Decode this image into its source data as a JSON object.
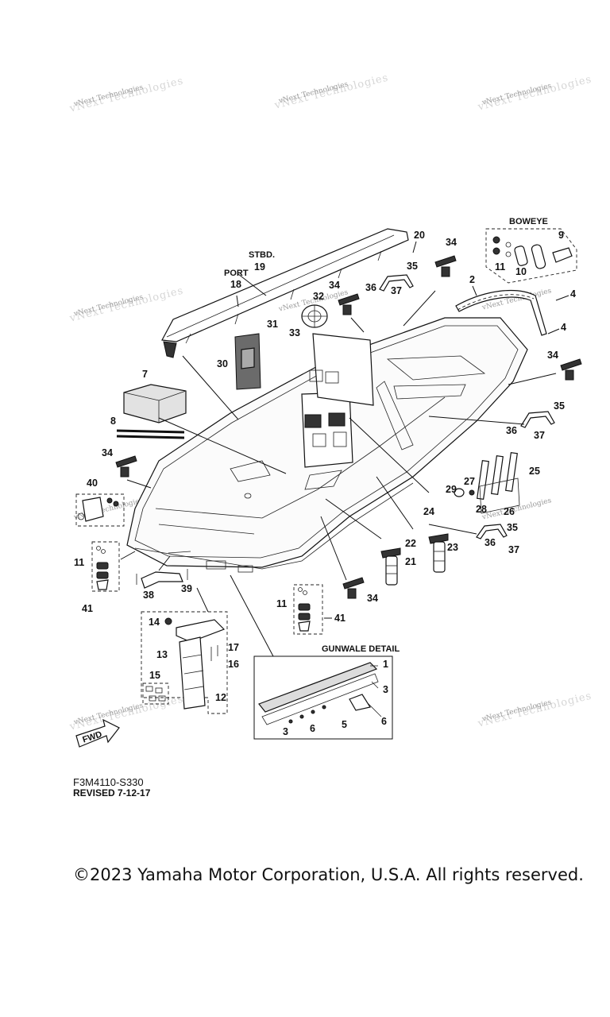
{
  "watermark": "vNext Technologies",
  "labels": {
    "stbd": "STBD.",
    "port": "PORT",
    "boweye": "BOWEYE",
    "gunwale_detail": "GUNWALE DETAIL",
    "fwd": "FWD"
  },
  "callouts": {
    "c1": "1",
    "c2": "2",
    "c3": "3",
    "c4": "4",
    "c5": "5",
    "c6": "6",
    "c7": "7",
    "c8": "8",
    "c9": "9",
    "c10": "10",
    "c11": "11",
    "c12": "12",
    "c13": "13",
    "c14": "14",
    "c15": "15",
    "c16": "16",
    "c17": "17",
    "c18": "18",
    "c19": "19",
    "c20": "20",
    "c21": "21",
    "c22": "22",
    "c23": "23",
    "c24": "24",
    "c25": "25",
    "c26": "26",
    "c27": "27",
    "c28": "28",
    "c29": "29",
    "c30": "30",
    "c31": "31",
    "c32": "32",
    "c33": "33",
    "c34": "34",
    "c35": "35",
    "c36": "36",
    "c37": "37",
    "c38": "38",
    "c39": "39",
    "c40": "40",
    "c41": "41"
  },
  "footer": {
    "code": "F3M4110-S330",
    "revised": "REVISED 7-12-17",
    "copyright": "©2023 Yamaha Motor Corporation, U.S.A. All rights reserved."
  }
}
